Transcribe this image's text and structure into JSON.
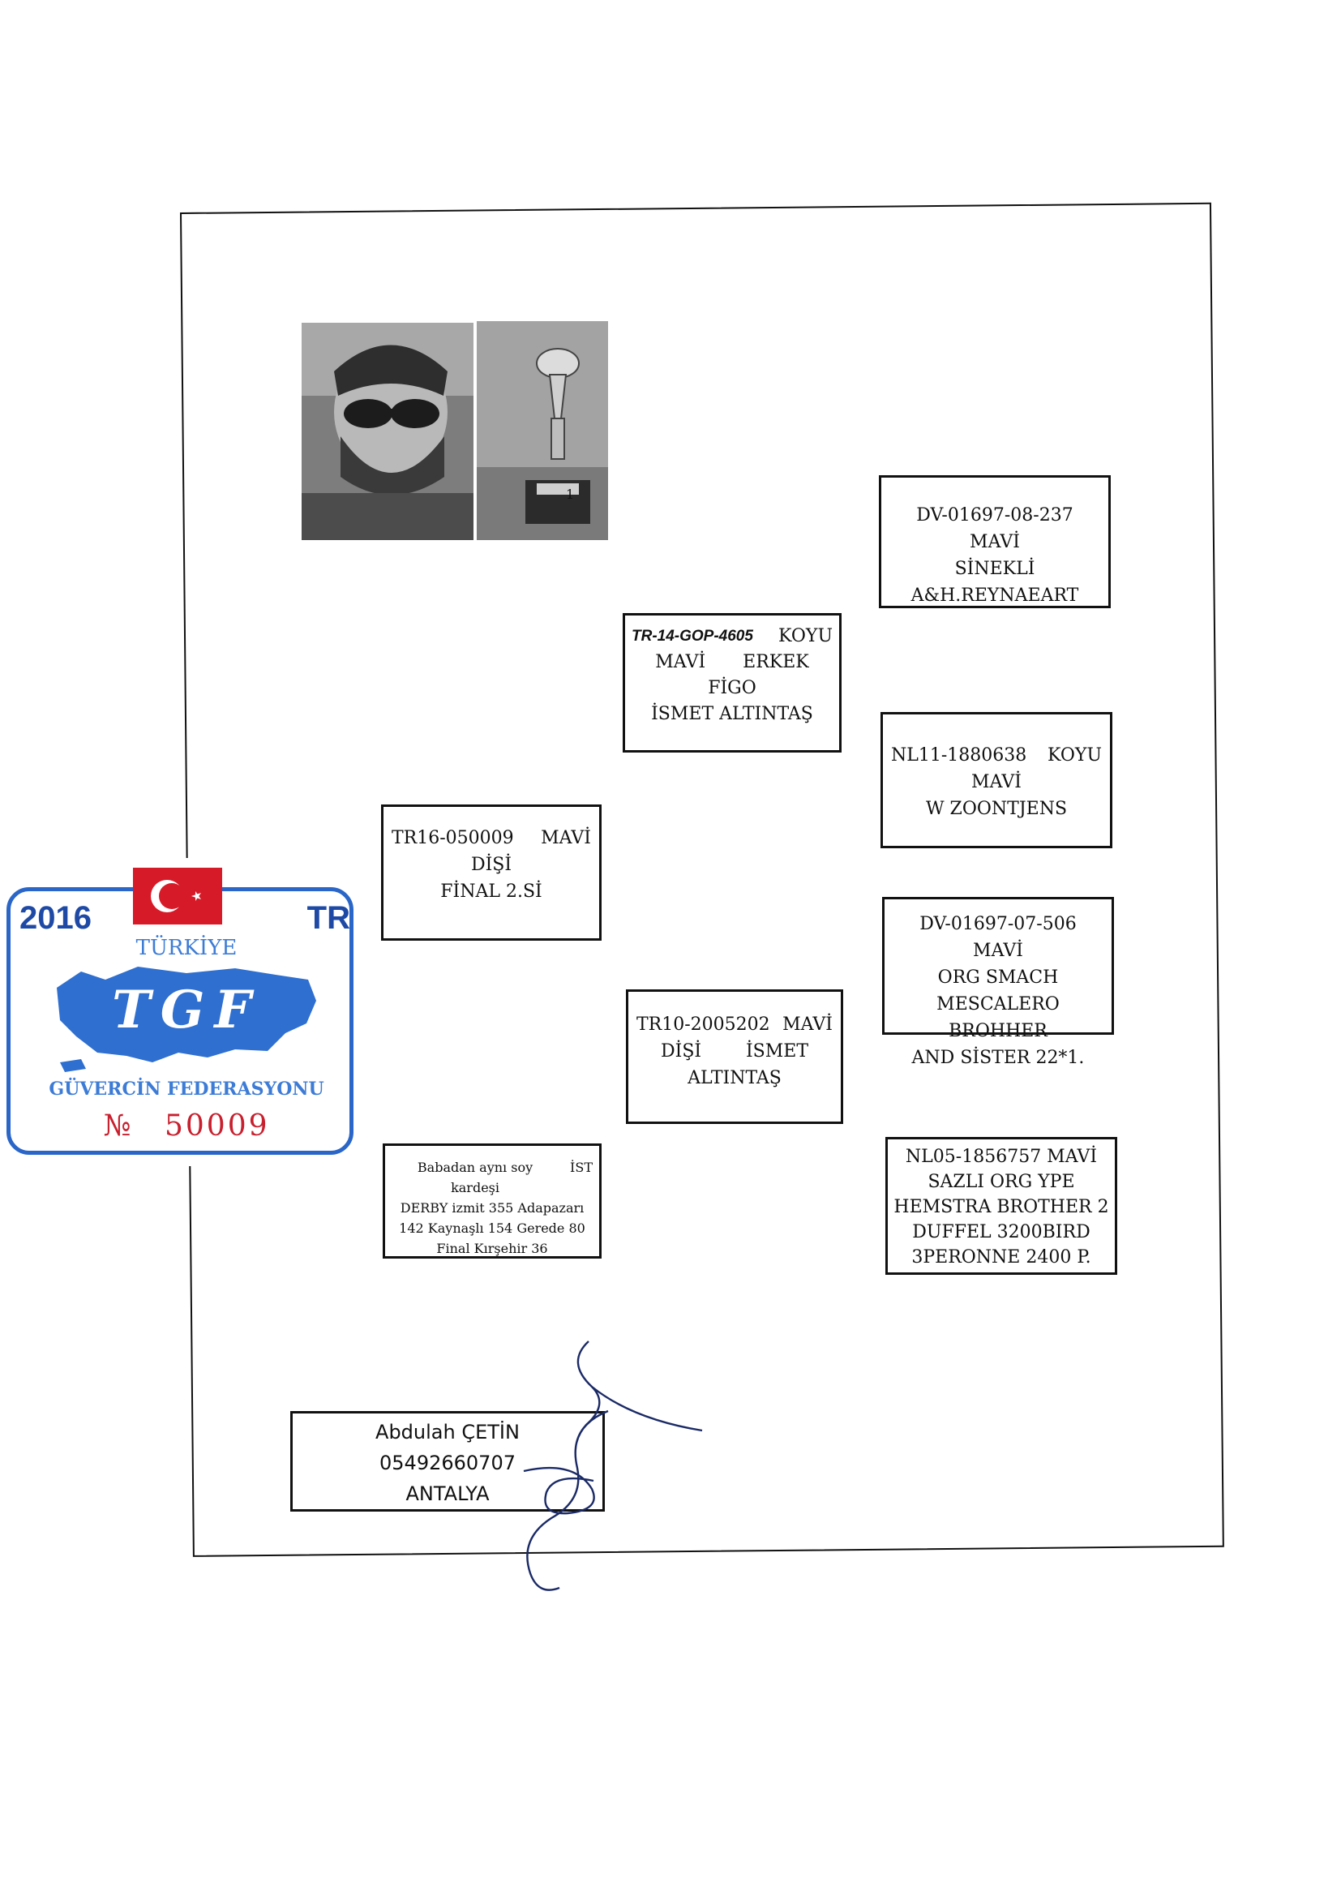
{
  "boxes": {
    "parent_male": {
      "ring": "TR-14-GOP-4605",
      "color_word": "KOYU",
      "line2_a": "MAVİ",
      "line2_b": "ERKEK",
      "name": "FİGO",
      "owner": "İSMET ALTINTAŞ"
    },
    "subject": {
      "ring": "TR16-050009",
      "color": "MAVİ",
      "sex": "DİŞİ",
      "result": "FİNAL  2.Sİ"
    },
    "parent_female": {
      "ring": "TR10-2005202",
      "color": "MAVİ",
      "sex": "DİŞİ",
      "owner_first": "İSMET",
      "owner_last": "ALTINTAŞ"
    },
    "gp1": {
      "line1": "DV-01697-08-237 MAVİ",
      "line2": "SİNEKLİ",
      "line3": "A&H.REYNAEART"
    },
    "gp2": {
      "ring": "NL11-1880638",
      "color_word": "KOYU",
      "line2": "MAVİ",
      "line3": "W ZOONTJENS"
    },
    "gp3": {
      "line1": "DV-01697-07-506 MAVİ",
      "line2": "ORG SMACH",
      "line3": "MESCALERO BROHHER",
      "line4": "AND SİSTER 22*1."
    },
    "gp4": {
      "line1": "NL05-1856757 MAVİ",
      "line2": "SAZLI ORG YPE",
      "line3": "HEMSTRA BROTHER 2",
      "line4": "DUFFEL 3200BIRD",
      "line5": "3PERONNE 2400 P."
    },
    "note": {
      "line1_a": "Babadan aynı soy kardeşi",
      "line1_b": "İST",
      "line2": "DERBY  izmit 355 Adapazarı",
      "line3": "142  Kaynaşlı 154   Gerede 80",
      "line4": "Final Kırşehir  36"
    }
  },
  "photo_labels": {
    "trophy_number": "1"
  },
  "owner": {
    "name": "Abdulah ÇETİN",
    "phone": "05492660707",
    "city": "ANTALYA"
  },
  "seal": {
    "year": "2016",
    "country_code": "TR",
    "top_text": "TÜRKİYE",
    "abbreviation": "TGF",
    "bottom_text": "GÜVERCİN FEDERASYONU",
    "number_sign": "№",
    "number": "50009"
  },
  "colors": {
    "seal_blue": "#2a66c8",
    "map_blue": "#2f6fd0",
    "flag_red": "#d71a28",
    "number_red": "#c8202e",
    "ink": "#111111",
    "signature_ink": "#1a2a66"
  }
}
